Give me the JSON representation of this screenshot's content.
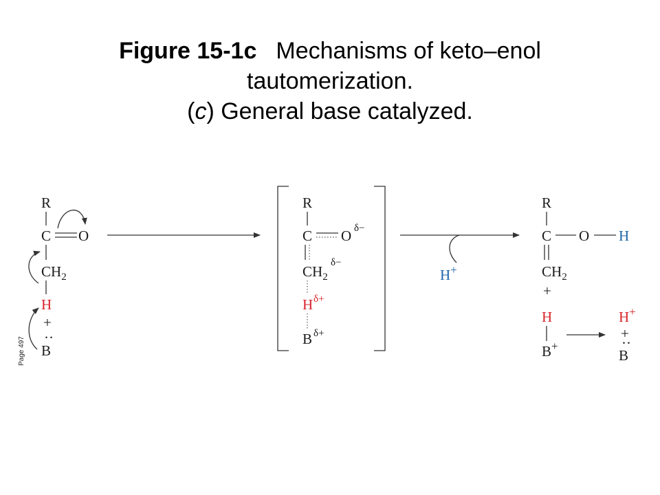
{
  "title": {
    "figure_label": "Figure 15-1c",
    "line1": "Mechanisms of keto–enol",
    "line2": "tautomerization.",
    "line3_open": "(",
    "line3_italic": "c",
    "line3_rest": ") General base catalyzed."
  },
  "page_note": "Page 497",
  "atoms": {
    "R": "R",
    "C": "C",
    "O": "O",
    "H": "H",
    "B": "B",
    "CH": "CH",
    "sub2": "2",
    "plus": "+",
    "lone_pair": "··"
  },
  "charges": {
    "delta_minus": "δ−",
    "delta_plus": "δ+",
    "plus": "+"
  },
  "colors": {
    "red": "#d9232a",
    "blue": "#1f66a8"
  }
}
